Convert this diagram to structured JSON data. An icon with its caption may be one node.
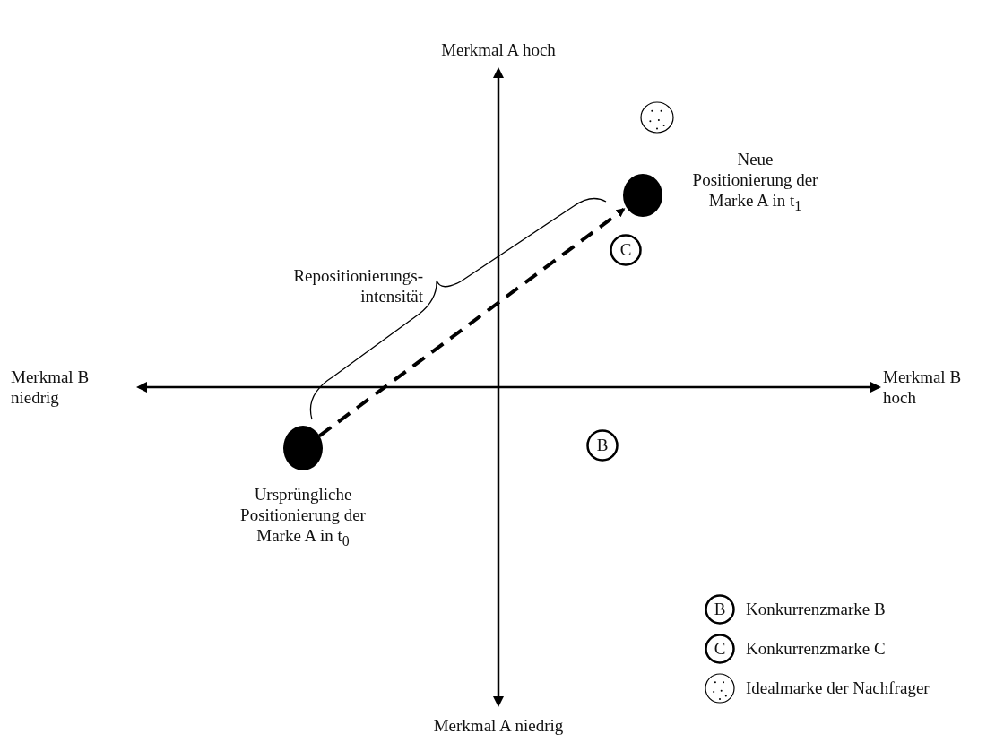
{
  "diagram": {
    "nodes": [
      {
        "text": [],
        "shape": "circle",
        "beside": [
          "Ursprüngliche Positionierung der Marke A in t$_{0}$"
        ]
      },
      {
        "text": [],
        "shape": "circle",
        "beside": [
          "Neue Positionierung der Marke A in t$_{1}$"
        ]
      },
      {
        "text": [
          "C"
        ]
      },
      {
        "text": [
          "B"
        ]
      },
      {
        "text": [],
        "shape": "circle"
      }
    ],
    "edges": [
      {
        "from": 0,
        "to": 1,
        "arrow": "to",
        "style": "dashed"
      }
    ],
    "labels": [
      "Merkmal A hoch",
      "Repositionierungs- intensität",
      "Merkmal B niedrig",
      "Merkmal B hoch",
      "Merkmal A niedrig",
      "B",
      "C"
    ],
    "legend": [
      {
        "text": "Konkurrenzmarke B"
      },
      {
        "text": "Konkurrenzmarke C"
      },
      {
        "text": "Idealmarke der Nachfrager"
      }
    ]
  }
}
